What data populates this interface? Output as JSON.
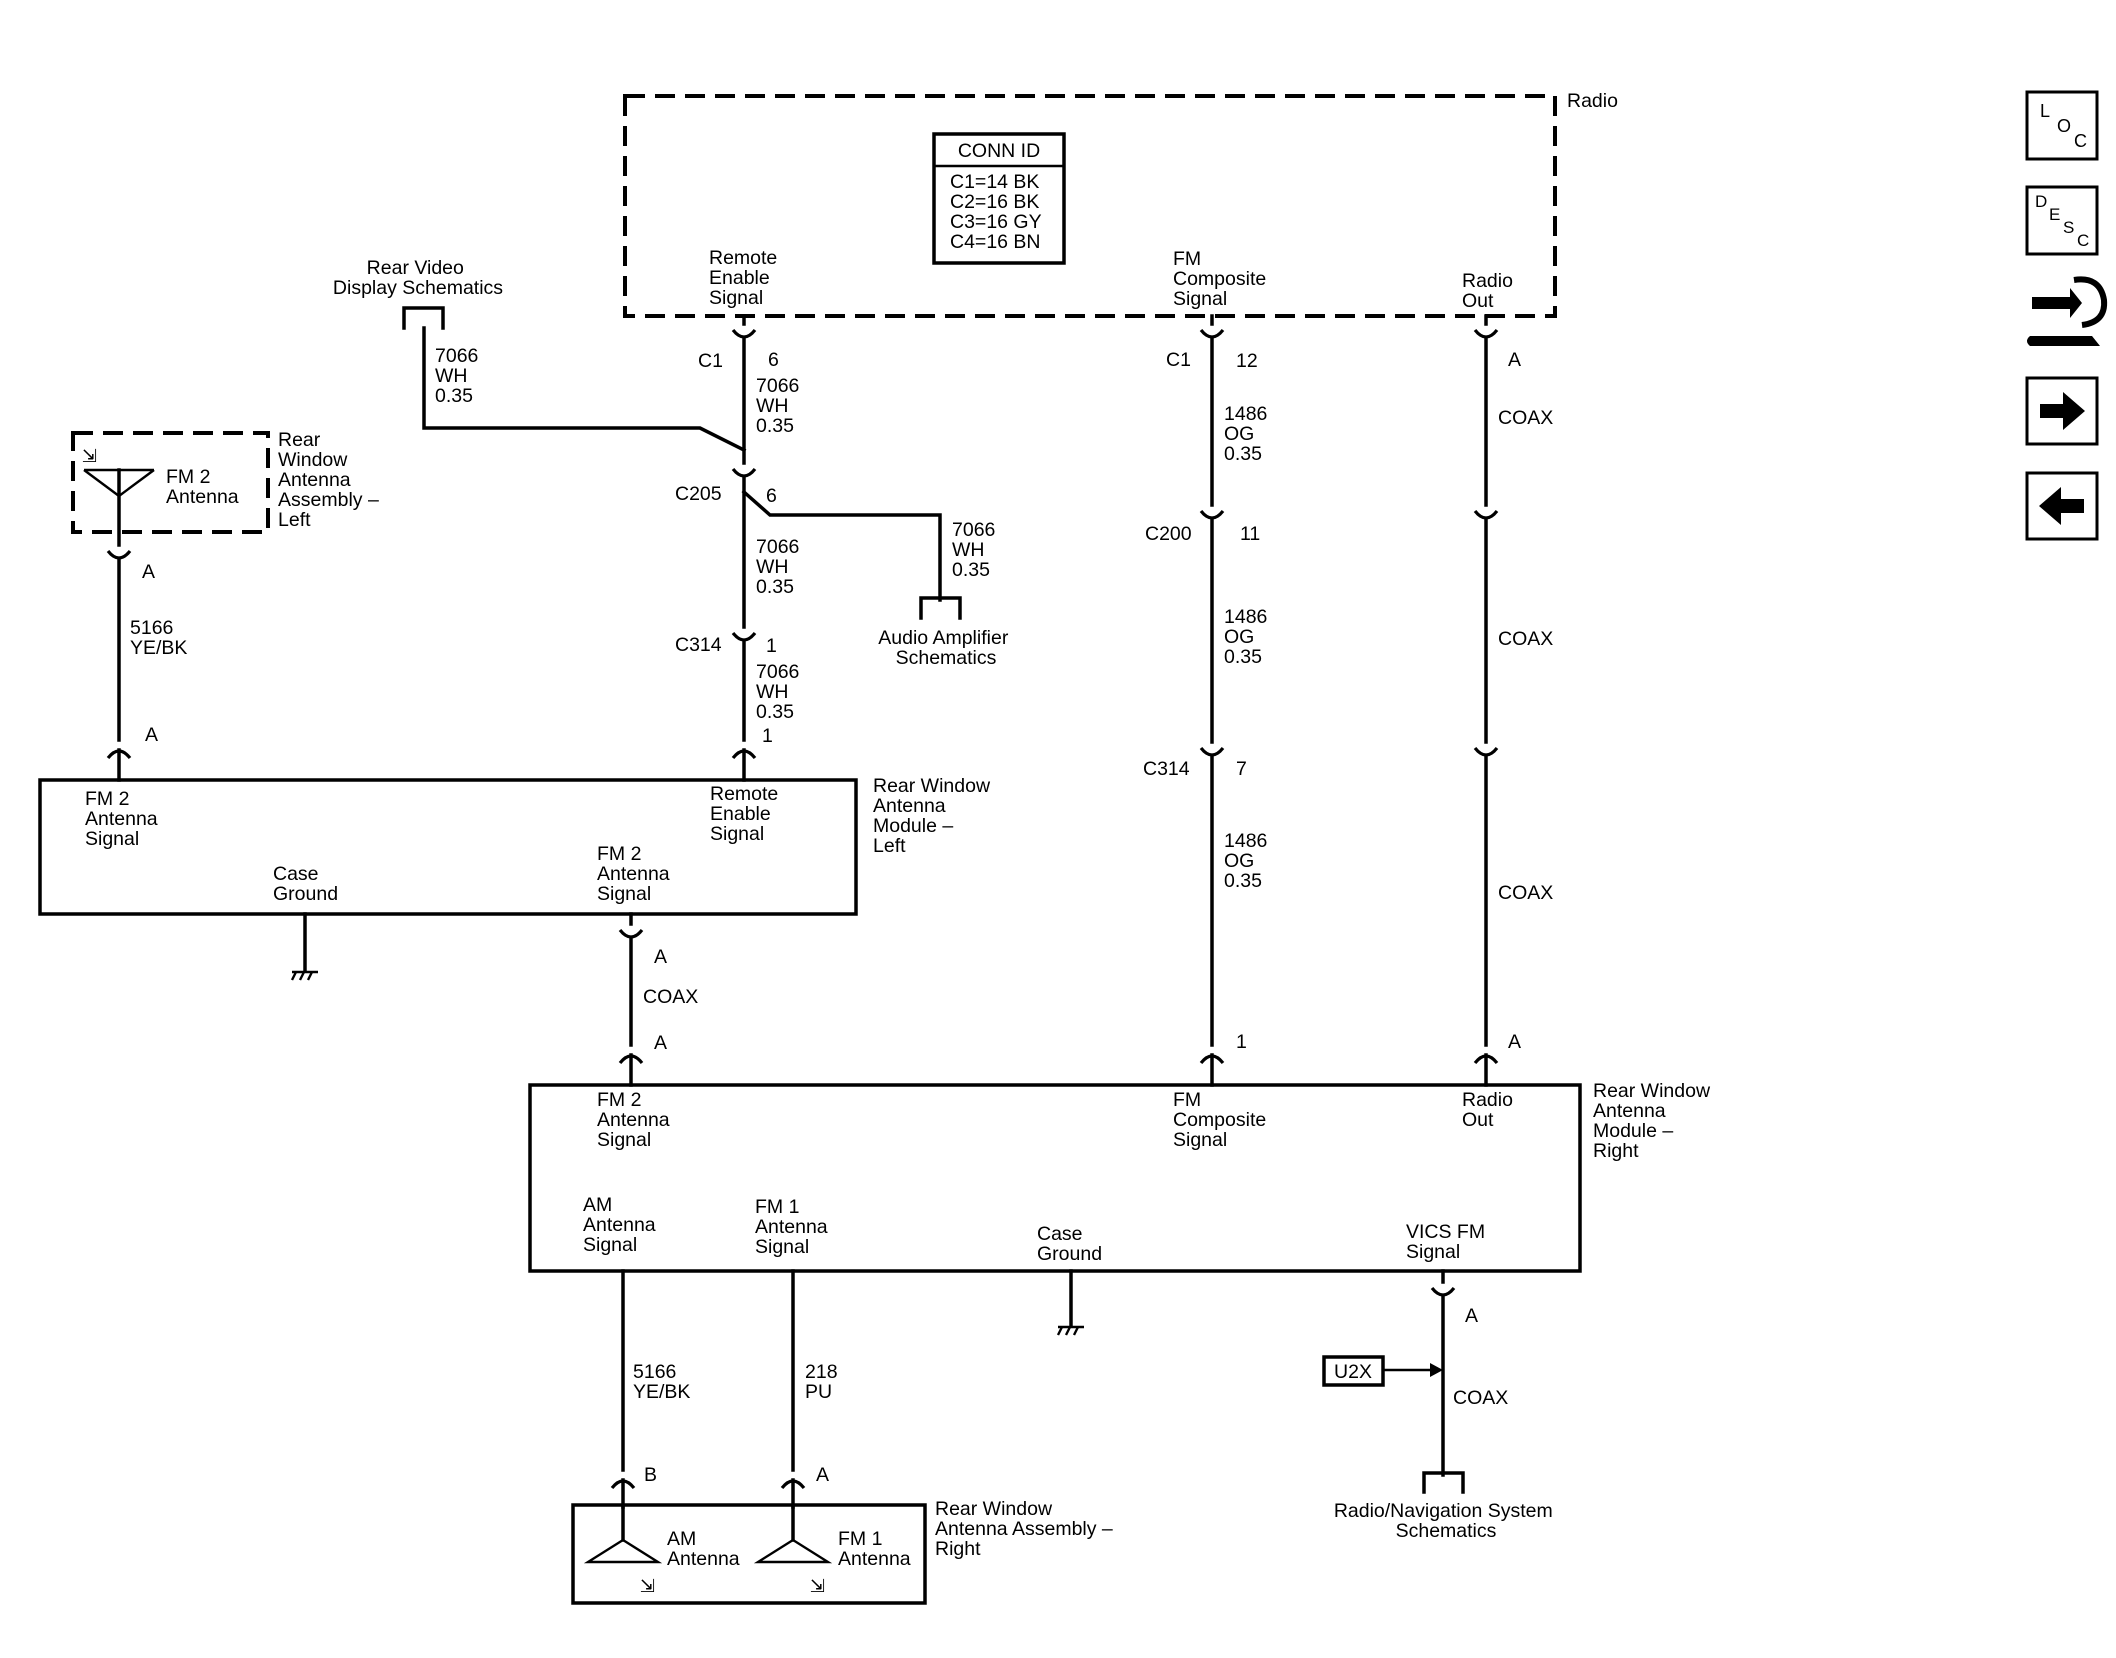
{
  "radio": {
    "title": "Radio",
    "conn_id": {
      "header": "CONN ID",
      "rows": [
        "C1=14 BK",
        "C2=16 BK",
        "C3=16 GY",
        "C4=16 BN"
      ]
    },
    "pins": {
      "remote_enable": [
        "Remote",
        "Enable",
        "Signal"
      ],
      "fm_composite": [
        "FM",
        "Composite",
        "Signal"
      ],
      "radio_out": [
        "Radio",
        "Out"
      ]
    }
  },
  "rear_video": [
    "Rear Video",
    "Display Schematics"
  ],
  "audio_amp": [
    "Audio Amplifier",
    "Schematics"
  ],
  "radio_nav": [
    "Radio/Navigation System",
    "Schematics"
  ],
  "u2x": "U2X",
  "antenna_left": {
    "label": "FM 2\nAntenna",
    "assembly": [
      "Rear",
      "Window",
      "Antenna",
      "Assembly –",
      "Left"
    ]
  },
  "module_left": {
    "title": [
      "Rear Window",
      "Antenna",
      "Module –",
      "Left"
    ],
    "fm2_signal": [
      "FM 2",
      "Antenna",
      "Signal"
    ],
    "remote_enable": [
      "Remote",
      "Enable",
      "Signal"
    ],
    "case_ground": [
      "Case",
      "Ground"
    ],
    "fm2_out": [
      "FM 2",
      "Antenna",
      "Signal"
    ]
  },
  "module_right": {
    "title": [
      "Rear Window",
      "Antenna",
      "Module –",
      "Right"
    ],
    "fm2_signal": [
      "FM 2",
      "Antenna",
      "Signal"
    ],
    "fm_composite": [
      "FM",
      "Composite",
      "Signal"
    ],
    "radio_out": [
      "Radio",
      "Out"
    ],
    "am_signal": [
      "AM",
      "Antenna",
      "Signal"
    ],
    "fm1_signal": [
      "FM 1",
      "Antenna",
      "Signal"
    ],
    "case_ground": [
      "Case",
      "Ground"
    ],
    "vics_fm": [
      "VICS FM",
      "Signal"
    ]
  },
  "antenna_right": {
    "title": [
      "Rear Window",
      "Antenna Assembly –",
      "Right"
    ],
    "am": [
      "AM",
      "Antenna"
    ],
    "fm1": [
      "FM 1",
      "Antenna"
    ]
  },
  "connectors": {
    "c1": "C1",
    "c205": "C205",
    "c314": "C314",
    "c200": "C200",
    "pin_6": "6",
    "pin_1": "1",
    "pin_12": "12",
    "pin_11": "11",
    "pin_7": "7",
    "pin_a": "A",
    "pin_b": "B"
  },
  "wires": {
    "w7066": [
      "7066",
      "WH",
      "0.35"
    ],
    "w1486": [
      "1486",
      "OG",
      "0.35"
    ],
    "w5166": [
      "5166",
      "YE/BK"
    ],
    "w218": [
      "218",
      "PU"
    ],
    "coax": "COAX"
  },
  "nav": {
    "loc": [
      "L",
      "O",
      "C"
    ],
    "desc": [
      "D",
      "E",
      "S",
      "C"
    ],
    "icons": [
      "loc-icon",
      "desc-icon",
      "connector-wrench-icon",
      "next-arrow-icon",
      "previous-arrow-icon"
    ]
  }
}
